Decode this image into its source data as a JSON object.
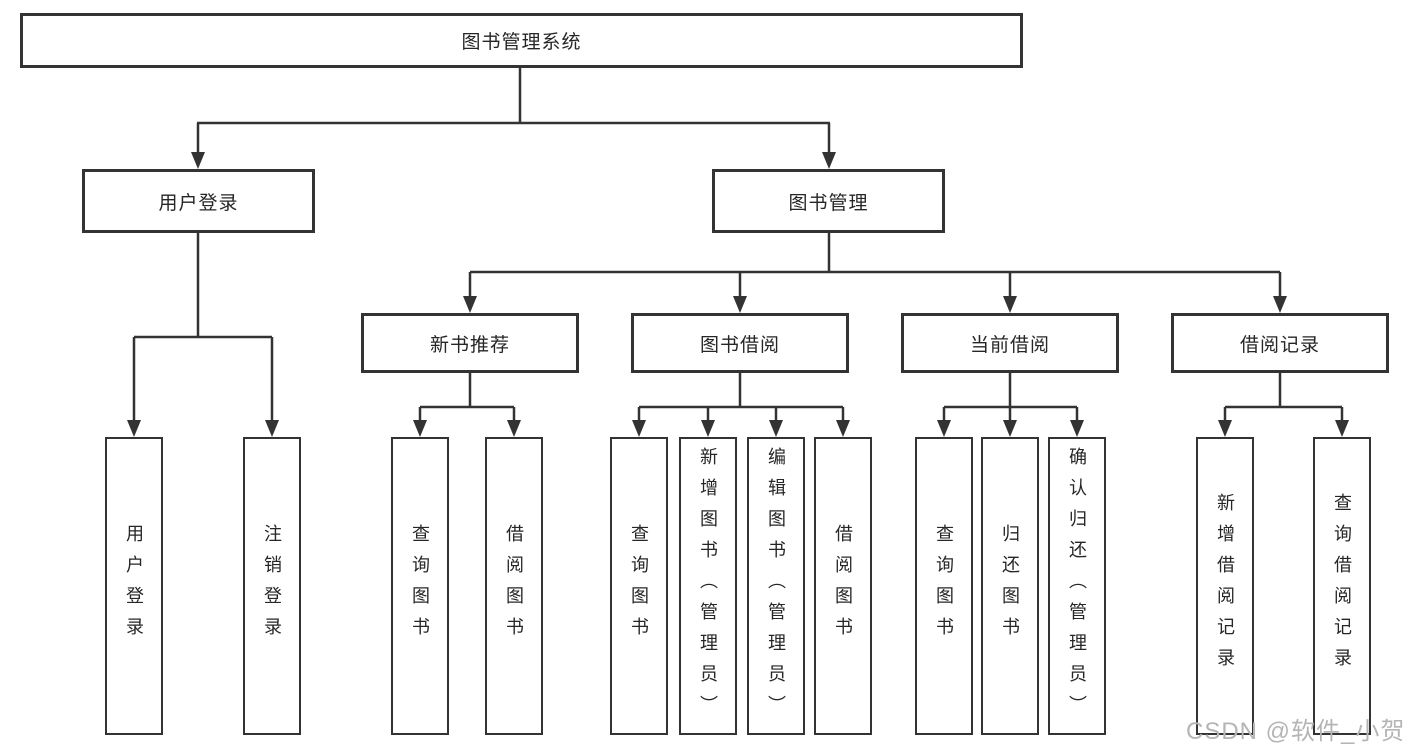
{
  "colors": {
    "line": "#333333",
    "box_border": "#333333",
    "text": "#262626",
    "watermark": "#b5b5b5",
    "background": "#ffffff"
  },
  "watermark": {
    "text": "CSDN @软件_小贺同学"
  },
  "tree": {
    "label": "图书管理系统",
    "children": [
      {
        "label": "用户登录",
        "children": [
          {
            "label": "用户登录"
          },
          {
            "label": "注销登录"
          }
        ]
      },
      {
        "label": "图书管理",
        "children": [
          {
            "label": "新书推荐",
            "children": [
              {
                "label": "查询图书"
              },
              {
                "label": "借阅图书"
              }
            ]
          },
          {
            "label": "图书借阅",
            "children": [
              {
                "label": "查询图书"
              },
              {
                "label": "新增图书（管理员）"
              },
              {
                "label": "编辑图书（管理员）"
              },
              {
                "label": "借阅图书"
              }
            ]
          },
          {
            "label": "当前借阅",
            "children": [
              {
                "label": "查询图书"
              },
              {
                "label": "归还图书"
              },
              {
                "label": "确认归还（管理员）"
              }
            ]
          },
          {
            "label": "借阅记录",
            "children": [
              {
                "label": "新增借阅记录"
              },
              {
                "label": "查询借阅记录"
              }
            ]
          }
        ]
      }
    ]
  }
}
